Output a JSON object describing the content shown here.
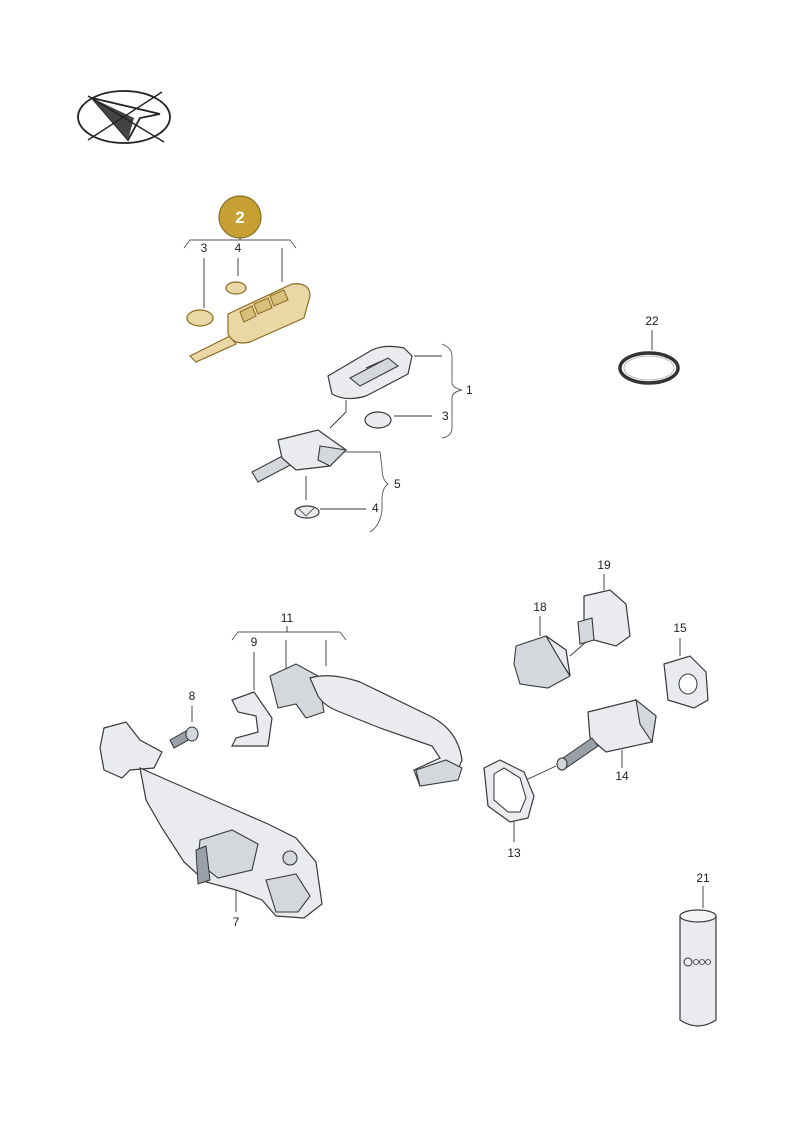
{
  "badge": {
    "number": "2",
    "color": "#c7a033"
  },
  "logo": {
    "name": "direction-arrow-logo"
  },
  "callouts": {
    "c1": "1",
    "c2": "2",
    "c3a": "3",
    "c3b": "3",
    "c4a": "4",
    "c4b": "4",
    "c5": "5",
    "c7": "7",
    "c8": "8",
    "c9": "9",
    "c11": "11",
    "c13": "13",
    "c14": "14",
    "c15": "15",
    "c18": "18",
    "c19": "19",
    "c21": "21",
    "c22": "22"
  },
  "colors": {
    "highlight": "#ead7a6",
    "part": "#e9ebee",
    "line": "#333333"
  }
}
